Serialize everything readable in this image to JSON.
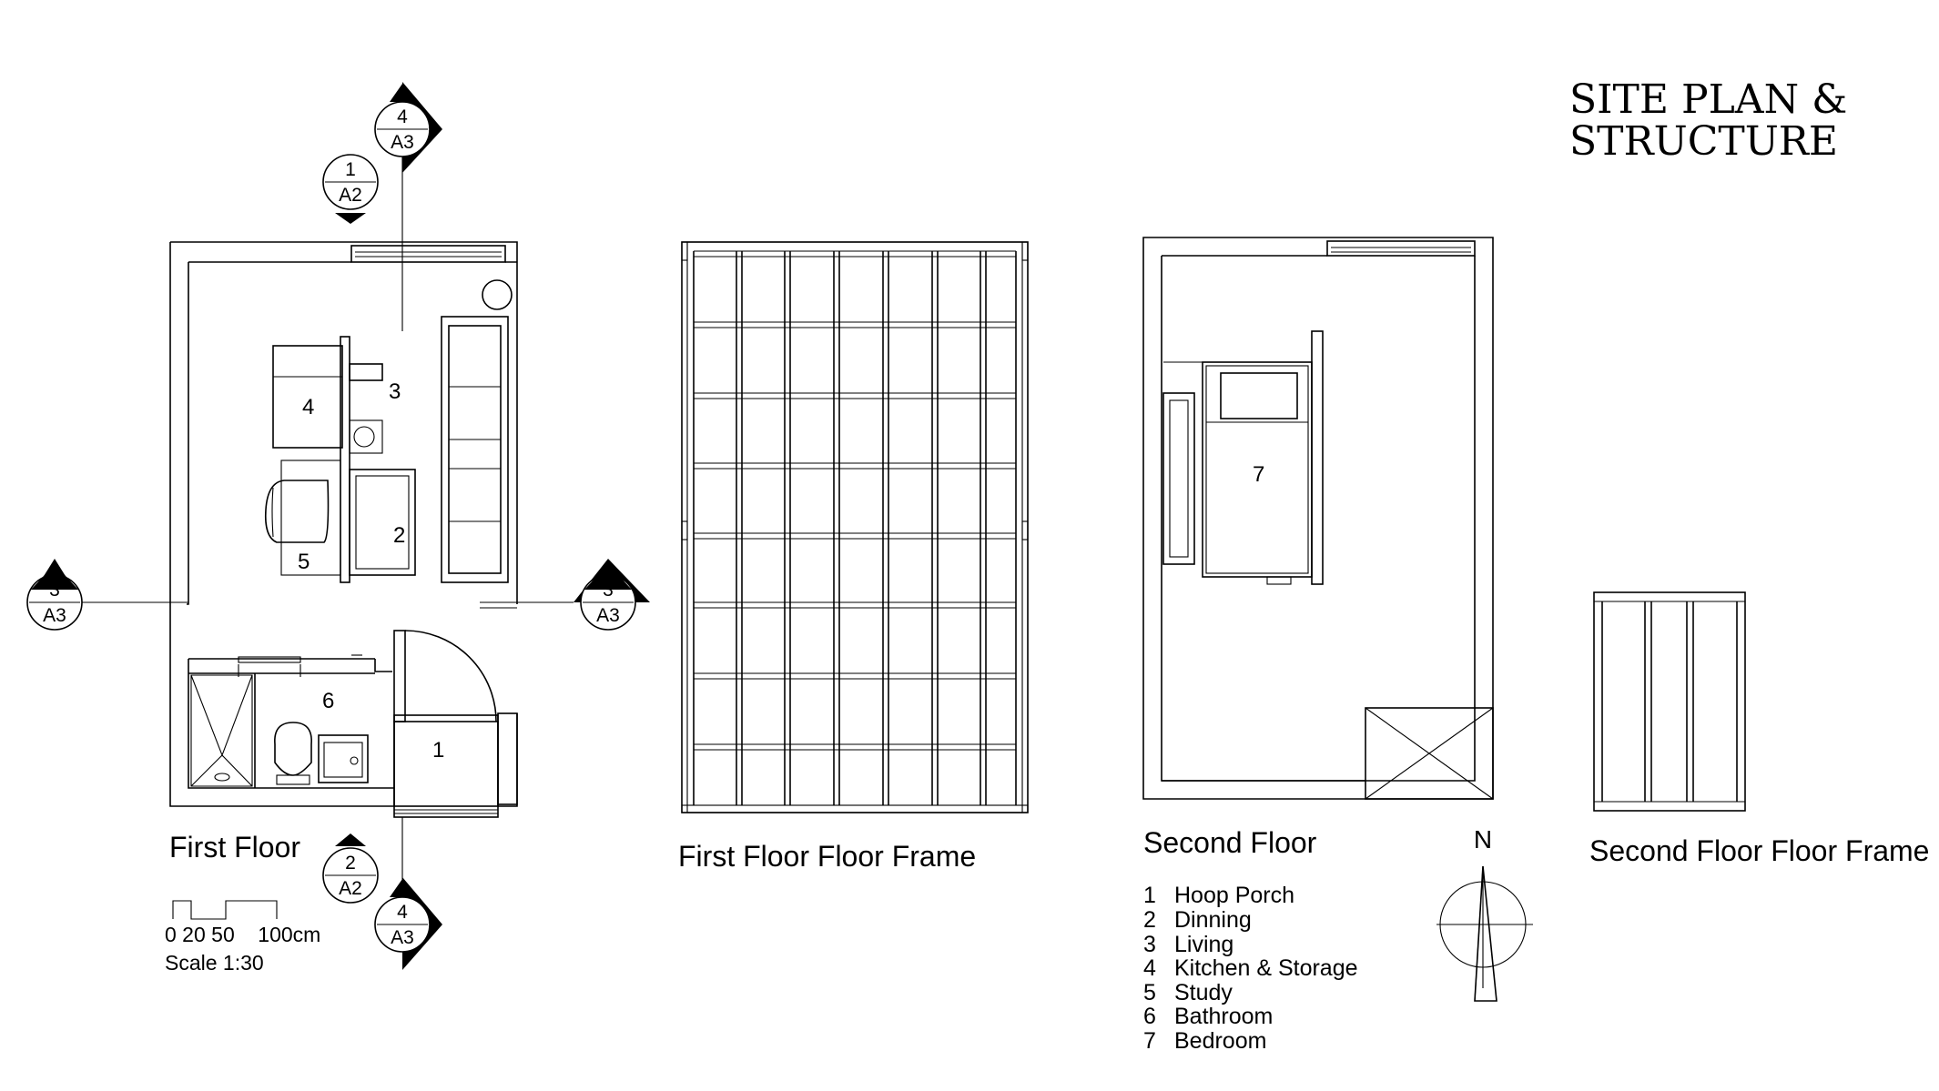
{
  "title": {
    "line1": "SITE PLAN &",
    "line2": "STRUCTURE"
  },
  "captions": {
    "first_floor": "First Floor",
    "first_floor_frame": "First Floor Floor Frame",
    "second_floor": "Second Floor",
    "second_floor_frame": "Second Floor Floor Frame"
  },
  "room_numbers": {
    "hoop_porch": "1",
    "dinning": "2",
    "living": "3",
    "kitchen": "4",
    "study": "5",
    "bathroom": "6",
    "bedroom": "7"
  },
  "section_markers": [
    {
      "num": "4",
      "sheet": "A3"
    },
    {
      "num": "1",
      "sheet": "A2"
    },
    {
      "num": "3",
      "sheet": "A3"
    },
    {
      "num": "3",
      "sheet": "A3"
    },
    {
      "num": "2",
      "sheet": "A2"
    },
    {
      "num": "4",
      "sheet": "A3"
    }
  ],
  "scale_bar": {
    "ticks": "0 20 50    100cm",
    "label": "Scale 1:30"
  },
  "north": "N",
  "legend": [
    {
      "num": "1",
      "text": "Hoop Porch"
    },
    {
      "num": "2",
      "text": "Dinning"
    },
    {
      "num": "3",
      "text": "Living"
    },
    {
      "num": "4",
      "text": "Kitchen & Storage"
    },
    {
      "num": "5",
      "text": "Study"
    },
    {
      "num": "6",
      "text": "Bathroom"
    },
    {
      "num": "7",
      "text": "Bedroom"
    }
  ],
  "colors": {
    "line": "#000000",
    "background": "#ffffff"
  }
}
